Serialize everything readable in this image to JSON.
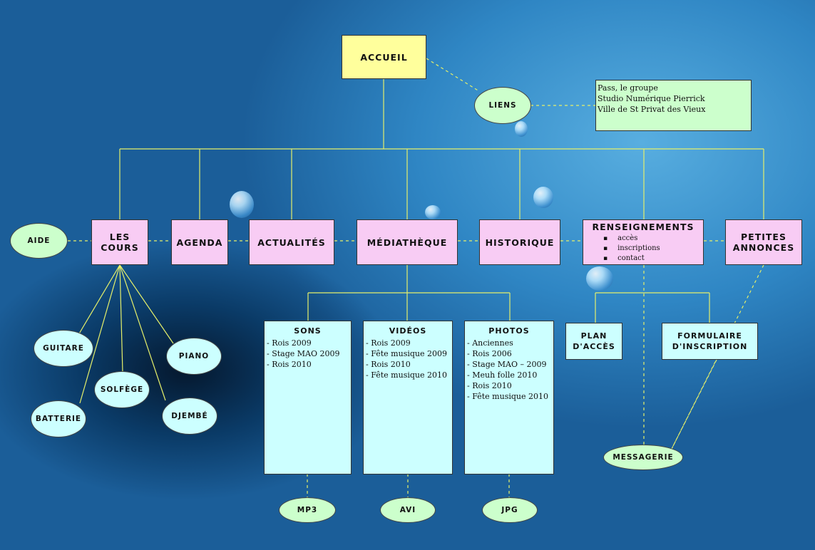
{
  "nodes": {
    "accueil": "ACCUEIL",
    "liens": "LIENS",
    "aide": "AIDE",
    "les_cours": "LES\nCOURS",
    "agenda": "AGENDA",
    "actualites": "ACTUALITÉS",
    "mediatheque": "MÉDIATHÈQUE",
    "historique": "HISTORIQUE",
    "renseignements": "RENSEIGNEMENTS",
    "petites_annonces": "PETITES\nANNONCES",
    "guitare": "GUITARE",
    "piano": "PIANO",
    "solfege": "SOLFÈGE",
    "batterie": "BATTERIE",
    "djembe": "DJEMBÉ",
    "plan_acces": "PLAN\nD'ACCÈS",
    "formulaire": "FORMULAIRE\nD'INSCRIPTION",
    "messagerie": "MESSAGERIE",
    "mp3": "MP3",
    "avi": "AVI",
    "jpg": "JPG"
  },
  "liens_list": [
    "Pass, le groupe",
    "Studio Numérique Pierrick",
    "Ville de St Privat des Vieux"
  ],
  "renseignements_items": [
    "accès",
    "inscriptions",
    "contact"
  ],
  "sons": {
    "title": "SONS",
    "items": [
      "- Rois 2009",
      "- Stage MAO 2009",
      "- Rois 2010"
    ]
  },
  "videos": {
    "title": "VIDÉOS",
    "items": [
      "- Rois 2009",
      "- Fête musique 2009",
      "- Rois 2010",
      "- Fête musique 2010"
    ]
  },
  "photos": {
    "title": "PHOTOS",
    "items": [
      "- Anciennes",
      "- Rois 2006",
      "- Stage MAO – 2009",
      "- Meuh folle 2010",
      "- Rois 2010",
      "- Fête musique 2010"
    ]
  },
  "colors": {
    "line": "#e6f06a",
    "pink": "#f8ccf4",
    "yellow": "#ffff9c",
    "cyan": "#ccffff",
    "green": "#ccffcc"
  }
}
